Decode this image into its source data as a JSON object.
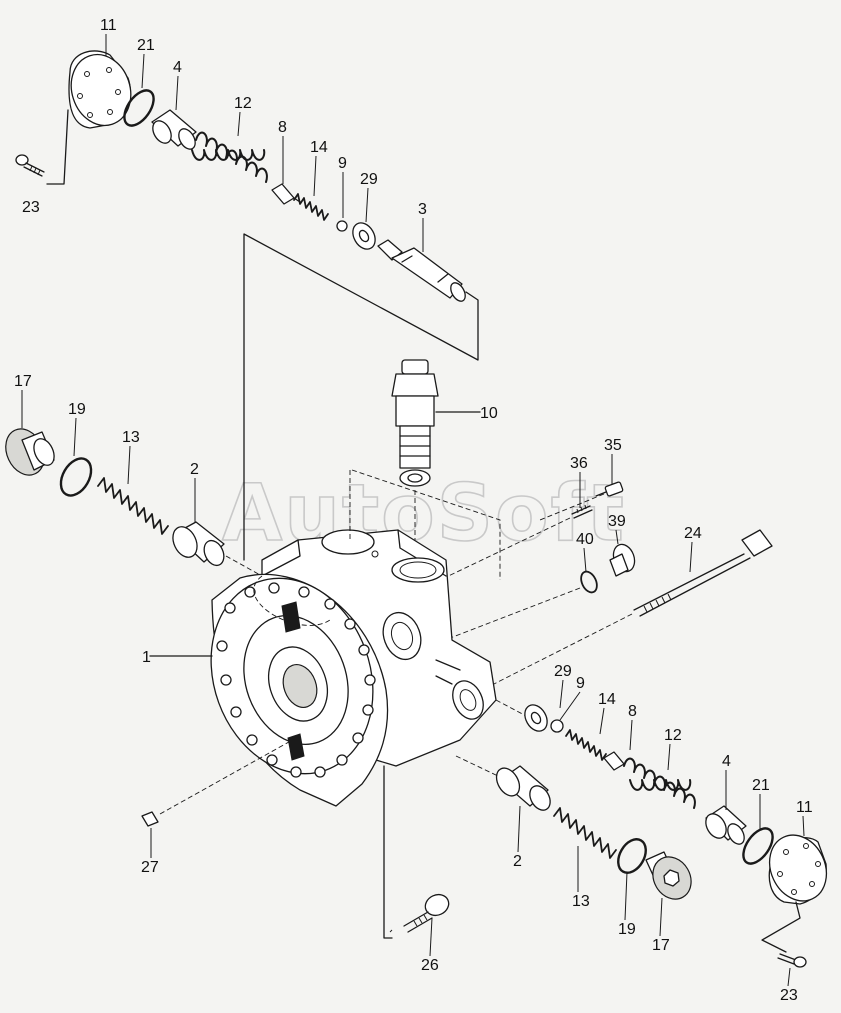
{
  "watermark": "AutoSoft",
  "labels": {
    "l11a": "11",
    "l21a": "21",
    "l4a": "4",
    "l12a": "12",
    "l8a": "8",
    "l14a": "14",
    "l9a": "9",
    "l29a": "29",
    "l3": "3",
    "l23a": "23",
    "l17a": "17",
    "l19a": "19",
    "l13a": "13",
    "l2a": "2",
    "l10": "10",
    "l36": "36",
    "l35": "35",
    "l39": "39",
    "l40": "40",
    "l24": "24",
    "l1": "1",
    "l29b": "29",
    "l9b": "9",
    "l14b": "14",
    "l8b": "8",
    "l12b": "12",
    "l4b": "4",
    "l21b": "21",
    "l11b": "11",
    "l2b": "2",
    "l13b": "13",
    "l19b": "19",
    "l17b": "17",
    "l27": "27",
    "l26": "26",
    "l23b": "23"
  }
}
